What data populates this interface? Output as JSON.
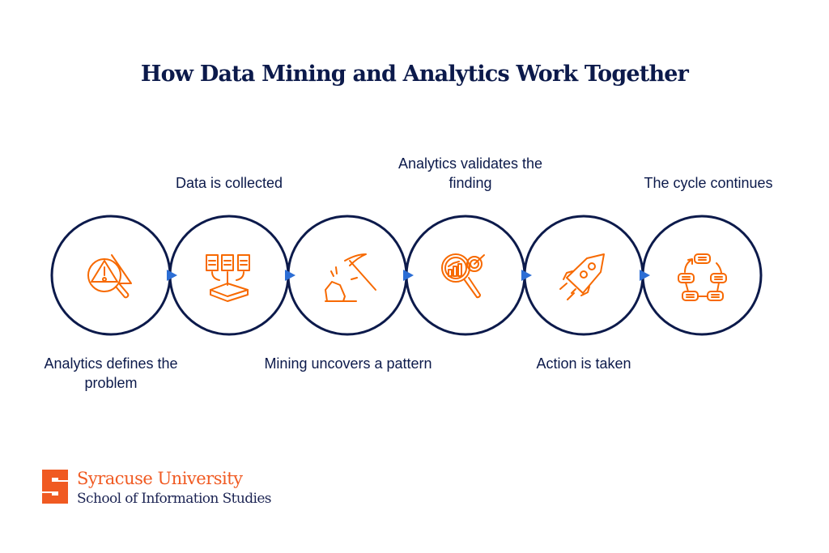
{
  "title": "How Data Mining and Analytics Work Together",
  "colors": {
    "navy": "#0c1a4b",
    "orange": "#f76900",
    "arrow": "#2c6ed5",
    "logo": "#f05a22"
  },
  "steps": [
    {
      "label": "Analytics defines the problem",
      "icon": "warning-search-icon",
      "position": "below"
    },
    {
      "label": "Data is collected",
      "icon": "data-collection-icon",
      "position": "above"
    },
    {
      "label": "Mining uncovers a pattern",
      "icon": "pickaxe-icon",
      "position": "below"
    },
    {
      "label": "Analytics validates the finding",
      "icon": "analytics-target-icon",
      "position": "above"
    },
    {
      "label": "Action is taken",
      "icon": "rocket-icon",
      "position": "below"
    },
    {
      "label": "The cycle continues",
      "icon": "cycle-icon",
      "position": "above"
    }
  ],
  "logo": {
    "university": "Syracuse University",
    "school": "School of Information Studies"
  }
}
